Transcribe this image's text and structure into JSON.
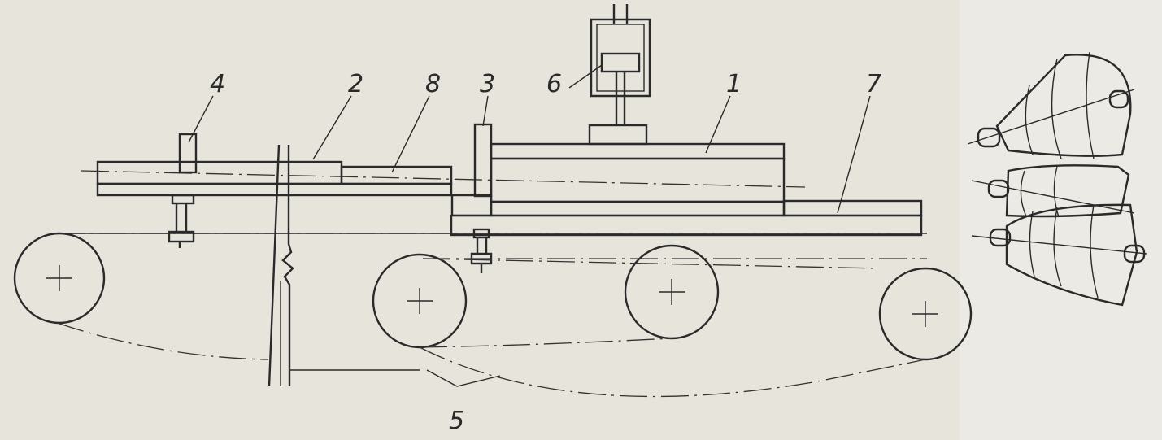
{
  "colors": {
    "paper": "#e7e4dc",
    "ink": "#2a2a2a"
  },
  "labels": {
    "l1": "1",
    "l2": "2",
    "l3": "3",
    "l4": "4",
    "l5": "5",
    "l6": "6",
    "l7": "7",
    "l8": "8"
  }
}
